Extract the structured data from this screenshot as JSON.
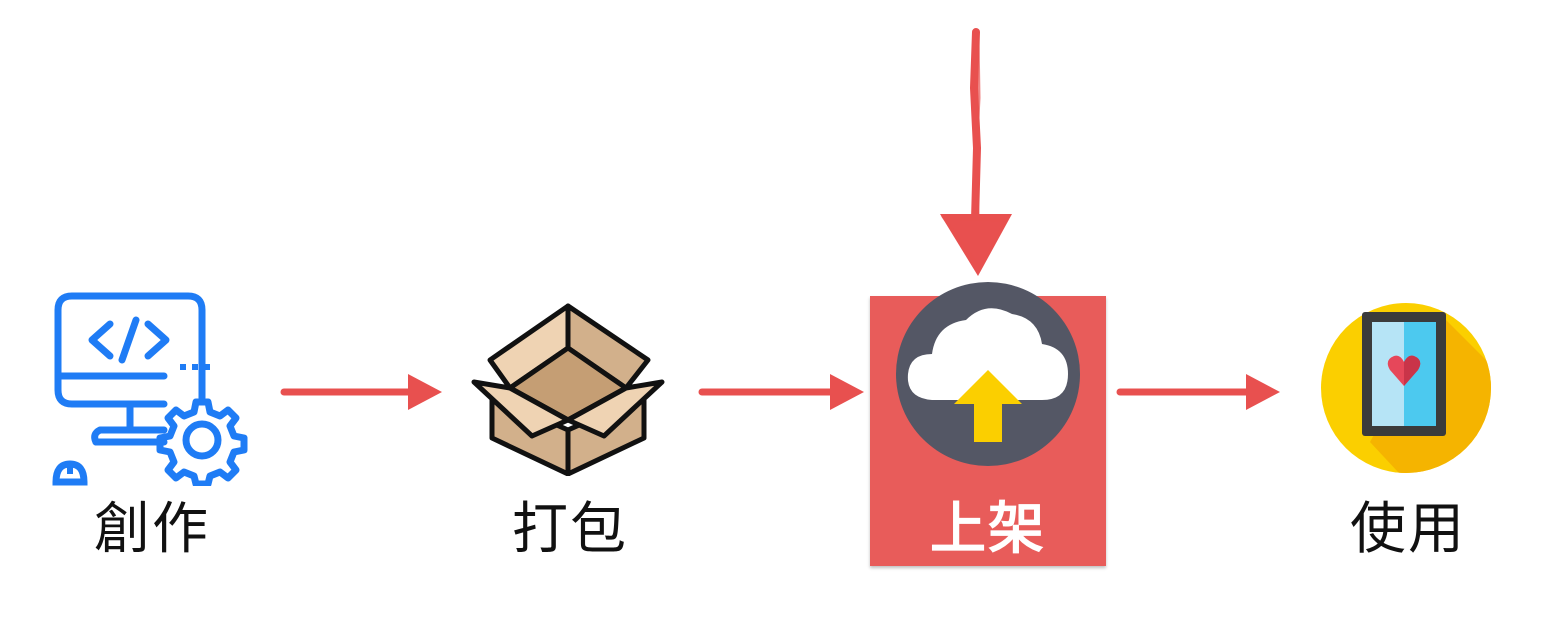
{
  "diagram": {
    "steps": [
      {
        "label": "創作",
        "icon": "code-computer-gear-icon"
      },
      {
        "label": "打包",
        "icon": "open-box-icon"
      },
      {
        "label": "上架",
        "icon": "cloud-upload-icon",
        "highlighted": true
      },
      {
        "label": "使用",
        "icon": "phone-heart-icon"
      }
    ]
  },
  "colors": {
    "arrow": "#e8504f",
    "highlight": "#e85c5a",
    "create_icon": "#1f7cf5",
    "box_fill": "#efd3b3",
    "box_fill_dark": "#d2b08b",
    "cloud_circle": "#545765",
    "upload_arrow": "#fbcf00",
    "phone_circle": "#fbcf00",
    "phone_heart": "#e6475a"
  }
}
